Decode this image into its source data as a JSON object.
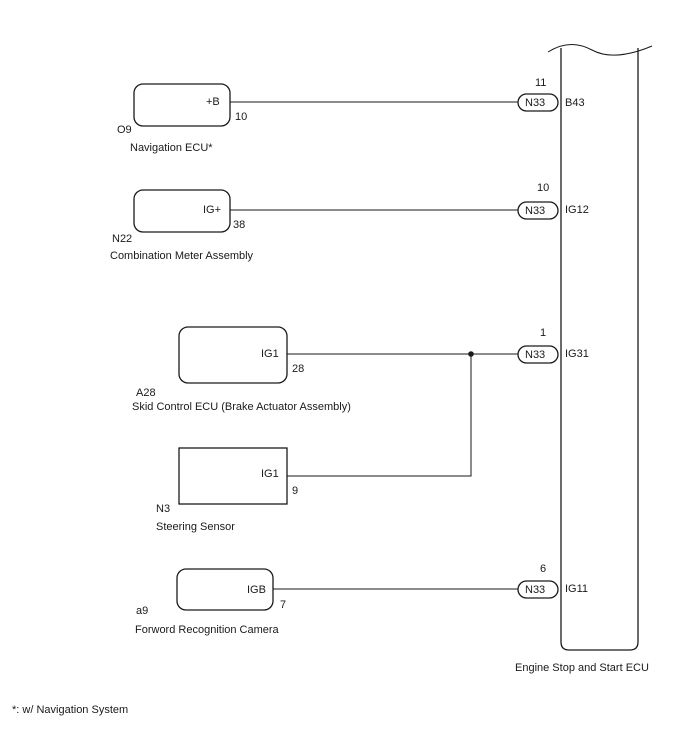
{
  "ecu_main": {
    "name": "Engine Stop and Start ECU"
  },
  "components": [
    {
      "code": "O9",
      "name": "Navigation ECU*",
      "terminal": "+B",
      "pin": "10",
      "conn": "N33",
      "conn_pin": "11",
      "ecu_terminal": "B43"
    },
    {
      "code": "N22",
      "name": "Combination Meter Assembly",
      "terminal": "IG+",
      "pin": "38",
      "conn": "N33",
      "conn_pin": "10",
      "ecu_terminal": "IG12"
    },
    {
      "code": "A28",
      "name": "Skid Control ECU (Brake Actuator Assembly)",
      "terminal": "IG1",
      "pin": "28",
      "conn": "N33",
      "conn_pin": "1",
      "ecu_terminal": "IG31"
    },
    {
      "code": "N3",
      "name": "Steering Sensor",
      "terminal": "IG1",
      "pin": "9"
    },
    {
      "code": "a9",
      "name": "Forword Recognition Camera",
      "terminal": "IGB",
      "pin": "7",
      "conn": "N33",
      "conn_pin": "6",
      "ecu_terminal": "IG11"
    }
  ],
  "footnote": "*: w/ Navigation System"
}
